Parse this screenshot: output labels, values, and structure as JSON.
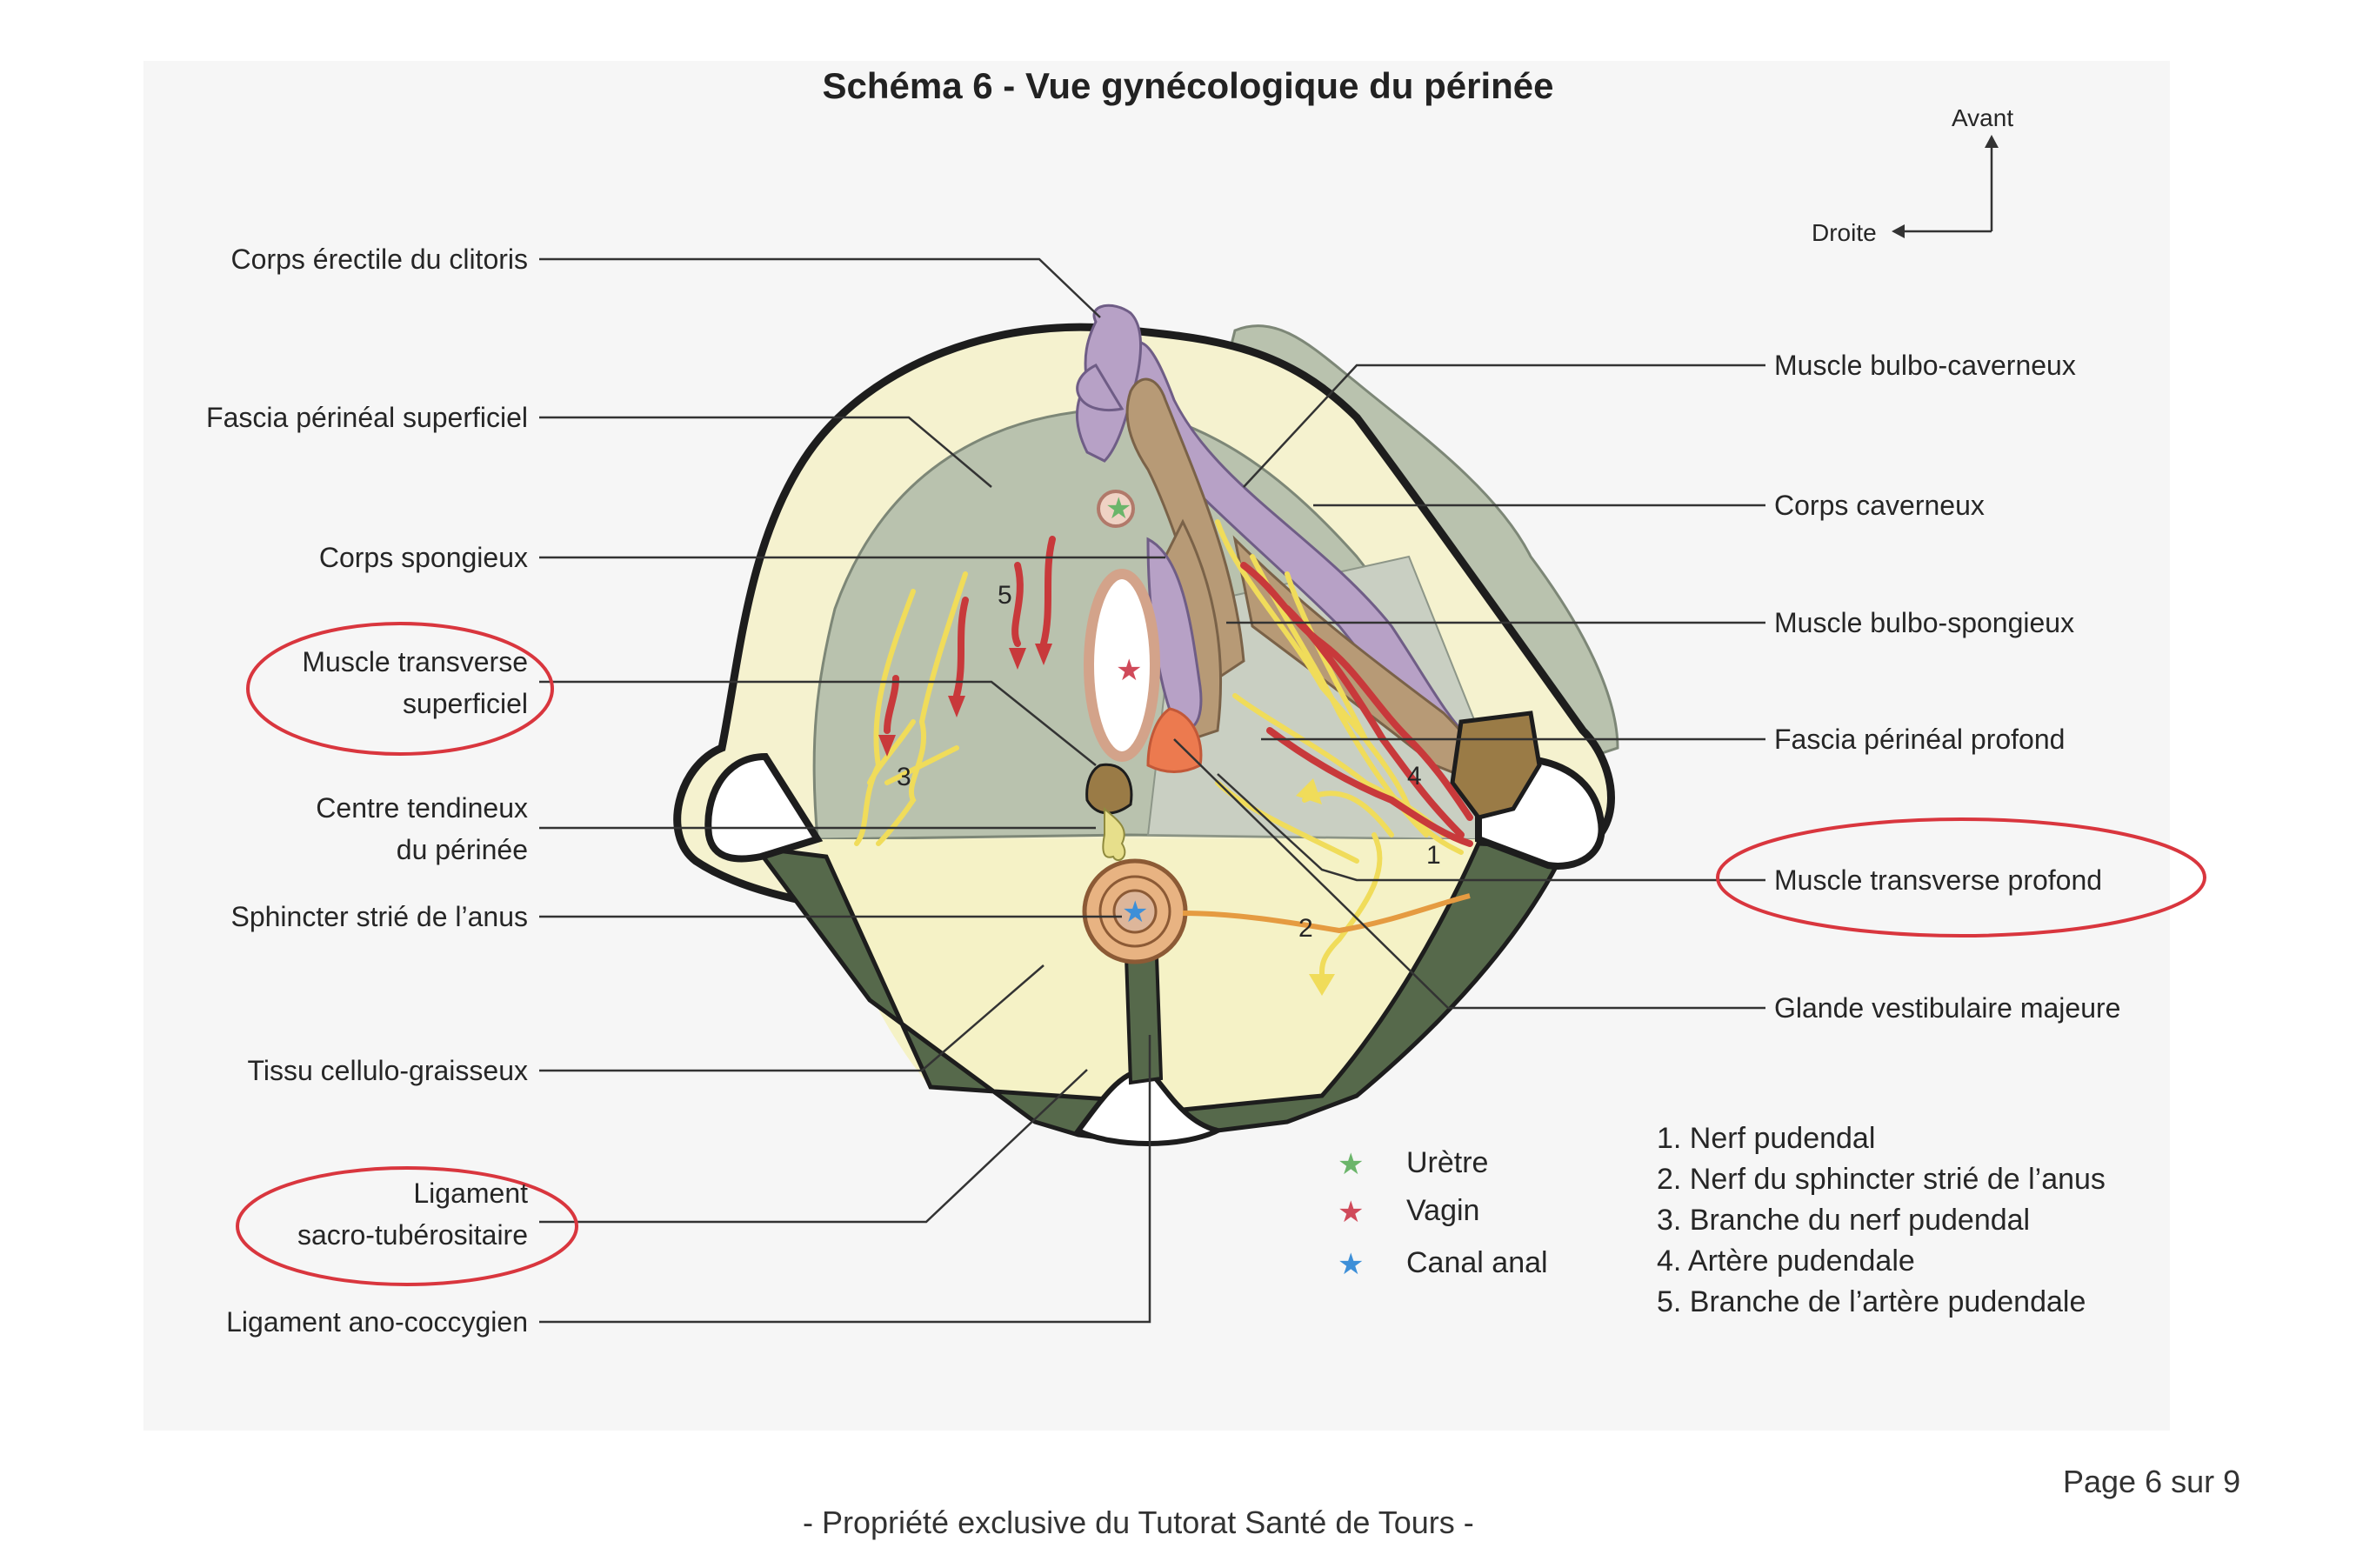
{
  "title": "Schéma 6 - Vue gynécologique du périnée",
  "orientation": {
    "front": "Avant",
    "right": "Droite"
  },
  "labels_left": [
    {
      "text": "Corps érectile du clitoris"
    },
    {
      "text": "Fascia périnéal superficiel"
    },
    {
      "text": "Corps spongieux"
    },
    {
      "text": "Muscle transverse\nsuperficiel"
    },
    {
      "text": "Centre tendineux\ndu périnée"
    },
    {
      "text": "Sphincter strié de l’anus"
    },
    {
      "text": "Tissu cellulo-graisseux"
    },
    {
      "text": "Ligament\nsacro-tubérositaire"
    },
    {
      "text": "Ligament ano-coccygien"
    }
  ],
  "labels_right": [
    {
      "text": "Muscle bulbo-caverneux"
    },
    {
      "text": "Corps caverneux"
    },
    {
      "text": "Muscle bulbo-spongieux"
    },
    {
      "text": "Fascia périnéal profond"
    },
    {
      "text": "Muscle transverse profond"
    },
    {
      "text": "Glande vestibulaire majeure"
    }
  ],
  "figure_numbers": [
    "1",
    "2",
    "3",
    "4",
    "5"
  ],
  "legend_stars": [
    {
      "label": "Urètre",
      "color": "#6bb56a"
    },
    {
      "label": "Vagin",
      "color": "#d04a5a"
    },
    {
      "label": "Canal anal",
      "color": "#3d8fd8"
    }
  ],
  "legend_numbers": [
    "1. Nerf pudendal",
    "2. Nerf du sphincter strié de l’anus",
    "3. Branche du nerf pudendal",
    "4. Artère pudendale",
    "5. Branche de l’artère pudendale"
  ],
  "page": "Page 6 sur 9",
  "footer": "- Propriété exclusive du Tutorat Santé de Tours -",
  "colors": {
    "highlight_circle": "#d9363e",
    "fascia_superficial": "#b9c2ae",
    "fascia_deep": "#c9cfc2",
    "fat": "#f3f0c4",
    "ligament": "#56694b",
    "corps_caverneux": "#b7a1c6",
    "muscle": "#b79a76",
    "nerve": "#f0dc5a",
    "artery": "#c8393b"
  }
}
